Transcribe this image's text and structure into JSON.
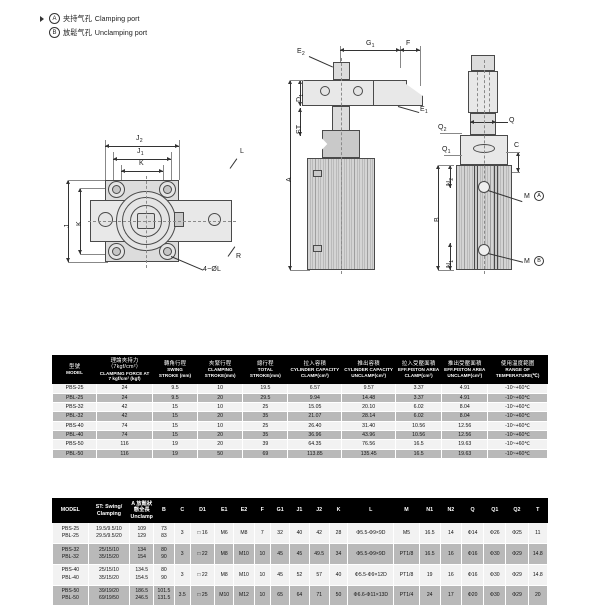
{
  "port_legend": [
    {
      "marker": "triangle-bullet",
      "circle": "A",
      "cn": "夹持气孔",
      "en": "Clamping port"
    },
    {
      "marker": "none",
      "circle": "B",
      "cn": "放鬆气孔",
      "en": "Unclamping port"
    }
  ],
  "drawings": {
    "front_view": {
      "name": "front-view-drawing",
      "dim_labels": [
        "J₂",
        "J₁",
        "K",
        "J",
        "K",
        "T"
      ],
      "callouts": [
        "4-ØL",
        "L",
        "R"
      ]
    },
    "side_view": {
      "name": "side-view-clamp-arm-drawing",
      "dim_labels": [
        "E₂",
        "G₁",
        "F",
        "D₁",
        "ST",
        "A",
        "E₁"
      ]
    },
    "rear_view": {
      "name": "rear-view-drawing",
      "dim_labels": [
        "Q",
        "Q₂",
        "Q₁",
        "C",
        "N₂",
        "B",
        "N₁"
      ],
      "callouts": [
        "M(A)",
        "M(B)"
      ]
    }
  },
  "table_one": {
    "name": "specification-table",
    "headers": [
      {
        "cn": "型號",
        "en": "MODEL"
      },
      {
        "cn": "理論夾持力<br>（7kgf/cm²）",
        "en": "CLAMPING FORCE AT<br>7 kgf/cm² (kgf)"
      },
      {
        "cn": "轉角行程",
        "en": "SWING<br>STROKE (mm)"
      },
      {
        "cn": "夾緊行程",
        "en": "CLAMPING<br>STROKE(mm)"
      },
      {
        "cn": "總行程",
        "en": "TOTAL<br>STROKE(mm)"
      },
      {
        "cn": "拉入容積",
        "en": "CYLINDER CAPACITY<br>CLAMP(cm³)"
      },
      {
        "cn": "推出容積",
        "en": "CYLINDER CAPACITY<br>UNCLAMP(cm³)"
      },
      {
        "cn": "拉入受壓面積",
        "en": "EFF.PISTON AREA<br>CLAMP(cm²)"
      },
      {
        "cn": "推出受壓面積",
        "en": "EFF.PISTON AREA<br>UNCLAMP(cm²)"
      },
      {
        "cn": "使用温度範圍",
        "en": "RANGE OF<br>TEMPERATURE(℃)"
      }
    ],
    "rows": [
      [
        "PBS-25",
        "24",
        "9.5",
        "10",
        "19.5",
        "6.57",
        "9.57",
        "3.37",
        "4.91",
        "-10~+60℃"
      ],
      [
        "PBL-25",
        "24",
        "9.5",
        "20",
        "29.5",
        "9.94",
        "14.48",
        "3.37",
        "4.91",
        "-10~+60℃"
      ],
      [
        "PBS-32",
        "42",
        "15",
        "10",
        "25",
        "15.05",
        "20.10",
        "6.02",
        "8.04",
        "-10~+60℃"
      ],
      [
        "PBL-32",
        "42",
        "15",
        "20",
        "35",
        "21.07",
        "28.14",
        "6.02",
        "8.04",
        "-10~+60℃"
      ],
      [
        "PBS-40",
        "74",
        "15",
        "10",
        "25",
        "26.40",
        "31.40",
        "10.56",
        "12.56",
        "-10~+60℃"
      ],
      [
        "PBL-40",
        "74",
        "15",
        "20",
        "35",
        "36.96",
        "43.96",
        "10.56",
        "12.56",
        "-10~+60℃"
      ],
      [
        "PBS-50",
        "116",
        "19",
        "20",
        "39",
        "64.35",
        "76.56",
        "16.5",
        "19.63",
        "-10~+60℃"
      ],
      [
        "PBL-50",
        "116",
        "19",
        "50",
        "69",
        "113.85",
        "135.45",
        "16.5",
        "19.63",
        "-10~+60℃"
      ]
    ]
  },
  "table_two": {
    "name": "dimension-table",
    "headers": [
      "MODEL",
      "ST: Swing/<br>Clamping",
      "A 放鬆狀態全長<br>Unclamp",
      "B",
      "C",
      "D1",
      "E1",
      "E2",
      "F",
      "G1",
      "J1",
      "J2",
      "K",
      "L",
      "M",
      "N1",
      "N2",
      "Q",
      "Q1",
      "Q2",
      "T"
    ],
    "rows": [
      {
        "models": [
          "PBS-25",
          "PBL-25"
        ],
        "st": [
          "19.5/9.5/10",
          "29.5/9.5/20"
        ],
        "a": [
          "109",
          "129"
        ],
        "b": [
          "73",
          "83"
        ],
        "c": "3",
        "d1": "□ 16",
        "e1": "M6",
        "e2": "M8",
        "f": "7",
        "g1": "32",
        "j1": "40",
        "j2": "42",
        "k": "28",
        "l": "Φ5.5-Φ9×9D",
        "m": "M5",
        "n1": "16.5",
        "n2": "14",
        "q": "Φ14",
        "q1": "Φ26",
        "q2": "Φ25",
        "t": "11"
      },
      {
        "models": [
          "PBS-32",
          "PBL-32"
        ],
        "st": [
          "25/15/10",
          "35/15/20"
        ],
        "a": [
          "134",
          "154"
        ],
        "b": [
          "80",
          "90"
        ],
        "c": "3",
        "d1": "□ 22",
        "e1": "M8",
        "e2": "M10",
        "f": "10",
        "g1": "45",
        "j1": "45",
        "j2": "49.5",
        "k": "34",
        "l": "Φ5.5-Φ9×9D",
        "m": "PT1/8",
        "n1": "16.5",
        "n2": "16",
        "q": "Φ16",
        "q1": "Φ30",
        "q2": "Φ29",
        "t": "14.8"
      },
      {
        "models": [
          "PBS-40",
          "PBL-40"
        ],
        "st": [
          "25/15/10",
          "35/15/20"
        ],
        "a": [
          "134.5",
          "154.5"
        ],
        "b": [
          "80",
          "90"
        ],
        "c": "3",
        "d1": "□ 22",
        "e1": "M8",
        "e2": "M10",
        "f": "10",
        "g1": "45",
        "j1": "52",
        "j2": "57",
        "k": "40",
        "l": "Φ5.5-Φ9×12D",
        "m": "PT1/8",
        "n1": "19",
        "n2": "16",
        "q": "Φ16",
        "q1": "Φ30",
        "q2": "Φ29",
        "t": "14.8"
      },
      {
        "models": [
          "PBS-50",
          "PBL-50"
        ],
        "st": [
          "39/19/20",
          "69/19/50"
        ],
        "a": [
          "186.5",
          "246.5"
        ],
        "b": [
          "101.5",
          "131.5"
        ],
        "c": "3.5",
        "d1": "□ 25",
        "e1": "M10",
        "e2": "M12",
        "f": "10",
        "g1": "65",
        "j1": "64",
        "j2": "71",
        "k": "50",
        "l": "Φ6.6-Φ11×13D",
        "m": "PT1/4",
        "n1": "24",
        "n2": "17",
        "q": "Φ20",
        "q1": "Φ30",
        "q2": "Φ29",
        "t": "20"
      }
    ]
  },
  "colors": {
    "header_bg": "#000000",
    "header_fg": "#ffffff",
    "row_odd": "#f2f2f2",
    "row_even": "#b9b9b9",
    "part_fill": "#dcdcdc",
    "line": "#4a4a4a"
  }
}
